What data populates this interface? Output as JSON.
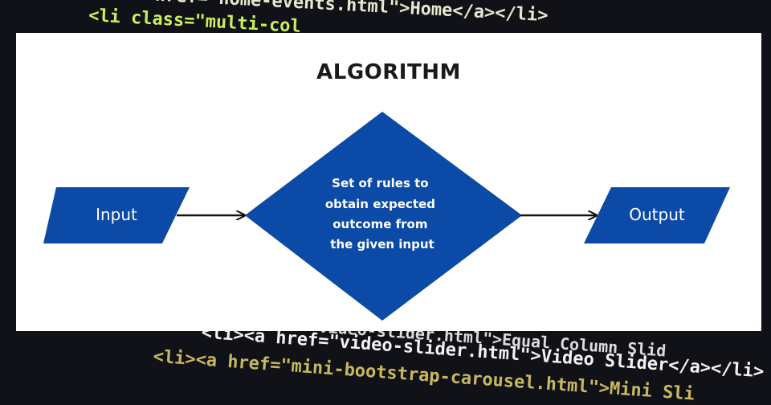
{
  "background_code": {
    "lines": [
      "<li><a href=\"home-events.html\">Home</a></li>",
      "<li class=\"multi-col",
      "<li><a href=\"video-slider.html\">Equal Column Slid",
      "<li><a href=\"video-slider.html\">Video Slider</a></li>",
      "<li><a href=\"mini-bootstrap-carousel.html\">Mini Sli"
    ]
  },
  "diagram": {
    "title": "ALGORITHM",
    "input_label": "Input",
    "process_label_lines": [
      "Set of rules to",
      "obtain expected",
      "outcome from",
      "the given input"
    ],
    "output_label": "Output"
  },
  "colors": {
    "shape_fill": "#0b4aa6",
    "arrow": "#111111",
    "card": "#ffffff",
    "backdrop": "#111217"
  }
}
